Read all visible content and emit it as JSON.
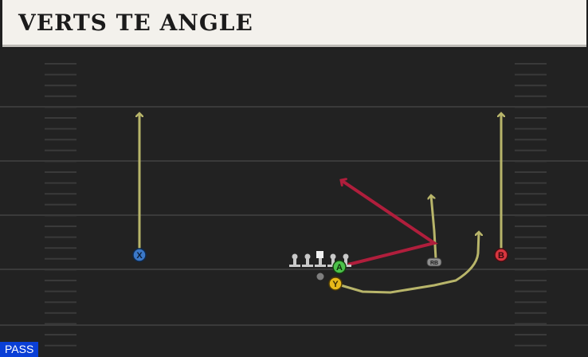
{
  "play": {
    "title": "VERTS TE ANGLE",
    "mode_label": "PASS"
  },
  "players": {
    "x_label": "X",
    "b_label": "B",
    "a_label": "A",
    "y_label": "Y",
    "rb_label": "RB"
  },
  "colors": {
    "field": "#222222",
    "route_yellow": "#b8b56a",
    "route_red": "#b01e3c",
    "x_player": "#3b78c8",
    "b_player": "#d8363f",
    "a_player": "#4cc24a",
    "y_player": "#e8b91a",
    "pass_badge": "#0a3fd6"
  }
}
